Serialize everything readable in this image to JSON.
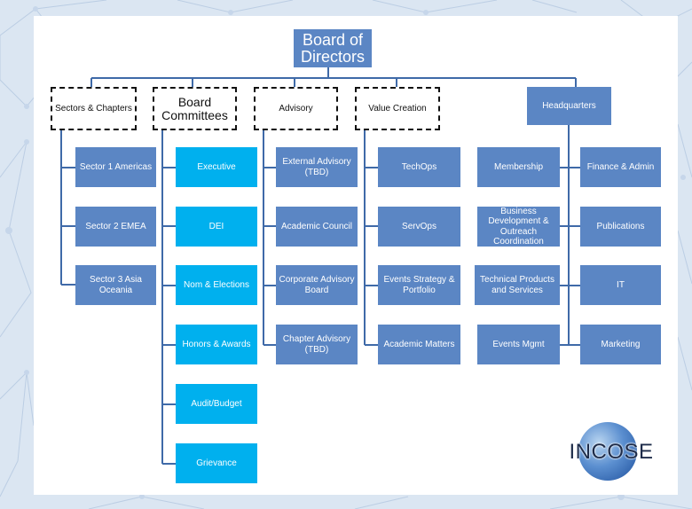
{
  "top": {
    "label": "Board of Directors"
  },
  "categories": [
    {
      "label": "Sectors & Chapters"
    },
    {
      "label": "Board Committees"
    },
    {
      "label": "Advisory"
    },
    {
      "label": "Value Creation"
    },
    {
      "label": "Headquarters"
    }
  ],
  "sectors": [
    "Sector 1 Americas",
    "Sector 2 EMEA",
    "Sector 3 Asia Oceania"
  ],
  "committees": [
    "Executive",
    "DEI",
    "Nom & Elections",
    "Honors & Awards",
    "Audit/Budget",
    "Grievance"
  ],
  "advisory": [
    "External Advisory (TBD)",
    "Academic Council",
    "Corporate Advisory Board",
    "Chapter Advisory (TBD)"
  ],
  "value_creation": [
    "TechOps",
    "ServOps",
    "Events Strategy & Portfolio",
    "Academic Matters"
  ],
  "hq_left": [
    "Membership",
    "Business Development & Outreach Coordination",
    "Technical Products and Services",
    "Events Mgmt"
  ],
  "hq_right": [
    "Finance & Admin",
    "Publications",
    "IT",
    "Marketing"
  ],
  "logo": {
    "text": "INCOSE"
  },
  "colors": {
    "dark_box": "#5b86c4",
    "light_box": "#00b0ee",
    "connector": "#3f6aa8"
  }
}
